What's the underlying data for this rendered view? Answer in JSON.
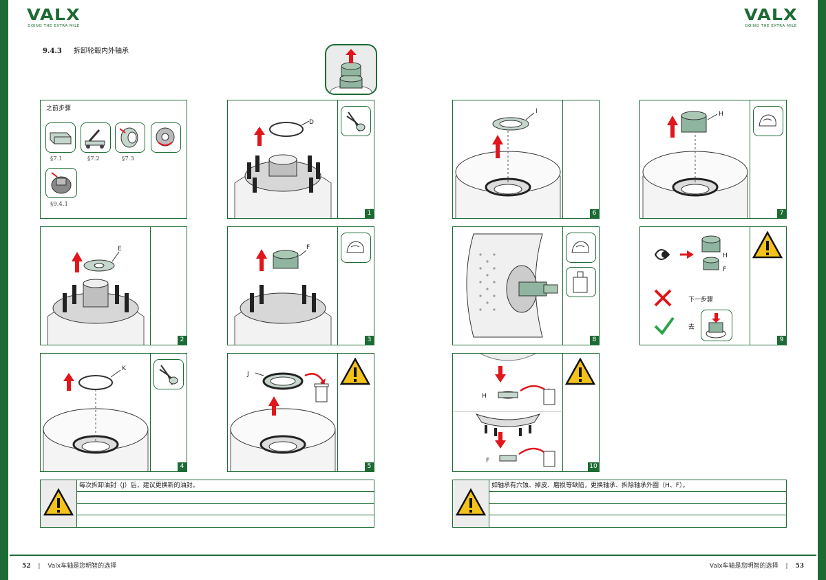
{
  "brand": {
    "logo_text": "VALX",
    "tagline": "GOING THE EXTRA MILE",
    "color": "#1d6b34"
  },
  "section": {
    "number": "9.4.3",
    "title": "拆卸轮毂内外轴承"
  },
  "previous_steps": {
    "title": "之前步骤",
    "refs": [
      "§7.1",
      "§7.2",
      "§7.3",
      "§9.4.1"
    ]
  },
  "steps": {
    "s1": {
      "num": "1",
      "part": "D"
    },
    "s2": {
      "num": "2",
      "part": "E"
    },
    "s3": {
      "num": "3",
      "part": "F"
    },
    "s4": {
      "num": "4",
      "part": "K"
    },
    "s5": {
      "num": "5",
      "part": "J"
    },
    "s6": {
      "num": "6",
      "part": "I"
    },
    "s7": {
      "num": "7",
      "part": "H"
    },
    "s8": {
      "num": "8"
    },
    "s9": {
      "num": "9",
      "label_h": "H",
      "label_f": "F",
      "next_step": "下一步骤",
      "goto": "去"
    },
    "s10": {
      "num": "10",
      "label_h": "H",
      "label_f": "F"
    }
  },
  "warnings": {
    "left": "每次拆卸油封（J）后，建议更换新的油封。",
    "right": "如轴承有穴蚀、掉皮、磨损等缺陷，更换轴承、拆除轴承外圈（H、F）。"
  },
  "footer": {
    "left_page": "52",
    "left_text": "Valx车轴是您明智的选择",
    "right_text": "Valx车轴是您明智的选择",
    "right_page": "53"
  },
  "colors": {
    "accent": "#1d6b34",
    "arrow": "#e0161b",
    "warning": "#f4c21a"
  }
}
